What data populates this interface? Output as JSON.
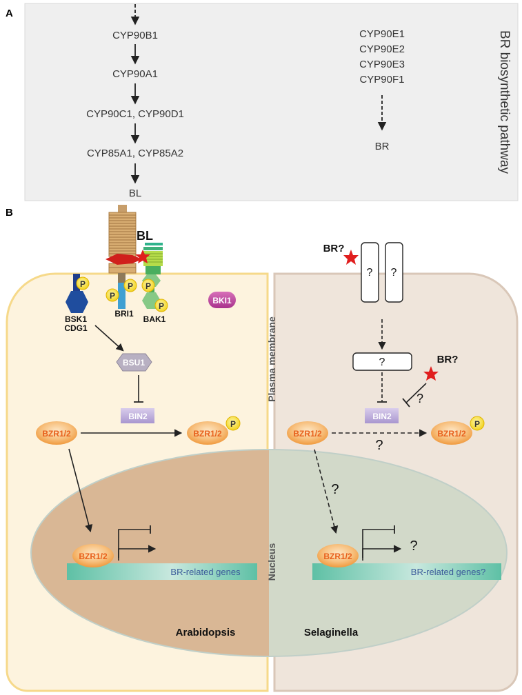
{
  "panel_a": {
    "label": "A",
    "side_title": "BR biosynthetic pathway",
    "left_steps": [
      "CYP90B1",
      "CYP90A1",
      "CYP90C1, CYP90D1",
      "CYP85A1, CYP85A2",
      "BL"
    ],
    "right_steps": [
      "CYP90E1",
      "CYP90E2",
      "CYP90E3",
      "CYP90F1"
    ],
    "right_product": "BR"
  },
  "panel_b": {
    "label": "B",
    "arabidopsis": {
      "species": "Arabidopsis",
      "ligand": "BL",
      "bsk1": "BSK1",
      "cdg1": "CDG1",
      "bri1": "BRI1",
      "bak1": "BAK1",
      "bki1": "BKI1",
      "bsu1": "BSU1",
      "bin2": "BIN2",
      "bzr": "BZR1/2",
      "genes": "BR-related genes"
    },
    "selaginella": {
      "species": "Selaginella",
      "ligand": "BR?",
      "receptor_q": "?",
      "bin2": "BIN2",
      "bzr": "BZR1/2",
      "question": "?",
      "genes": "BR-related genes?"
    },
    "phospho": "P",
    "plasma_membrane": "Plasma membrane",
    "nucleus": "Nucleus"
  }
}
